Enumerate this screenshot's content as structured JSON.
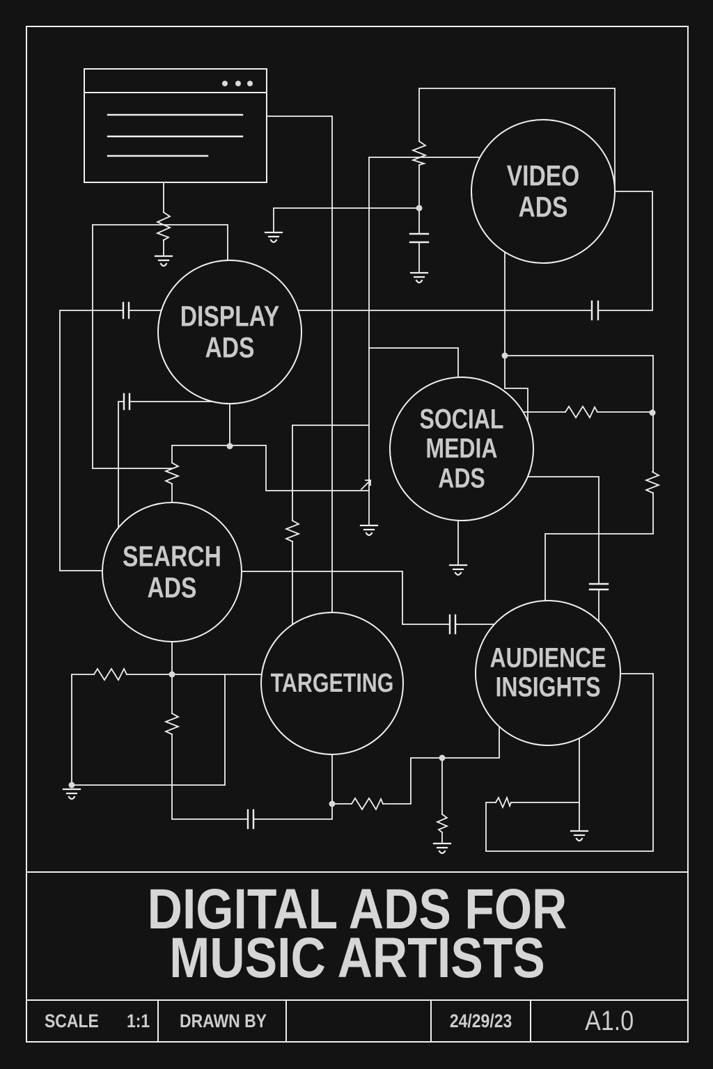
{
  "poster": {
    "background": "#131313",
    "line_color": "#efefef",
    "text_color": "#c9c9c9",
    "title": {
      "line1": "DIGITAL ADS FOR",
      "line2": "MUSIC ARTISTS"
    },
    "title_block": {
      "scale_label": "SCALE",
      "scale_value": "1:1",
      "drawn_by_label": "DRAWN BY",
      "drawn_by_value": "",
      "date": "24/29/23",
      "sheet_number": "A1.0"
    },
    "nodes": [
      {
        "id": "video-ads",
        "lines": [
          "VIDEO",
          "ADS"
        ]
      },
      {
        "id": "display-ads",
        "lines": [
          "DISPLAY",
          "ADS"
        ]
      },
      {
        "id": "social-media-ads",
        "lines": [
          "SOCIAL",
          "MEDIA",
          "ADS"
        ]
      },
      {
        "id": "search-ads",
        "lines": [
          "SEARCH",
          "ADS"
        ]
      },
      {
        "id": "targeting",
        "lines": [
          "TARGETING"
        ]
      },
      {
        "id": "audience-insights",
        "lines": [
          "AUDIENCE",
          "INSIGHTS"
        ]
      }
    ]
  }
}
